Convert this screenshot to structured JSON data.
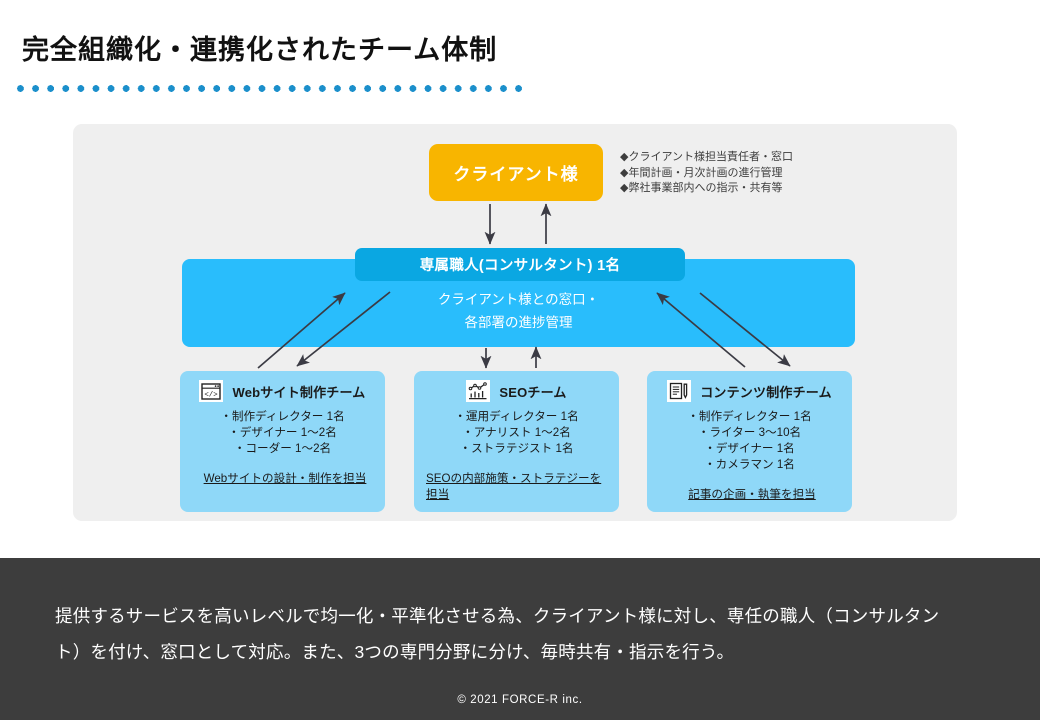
{
  "slide": {
    "title": "完全組織化・連携化されたチーム体制",
    "accent_color": "#1b8fcb",
    "panel_color": "#efefef"
  },
  "client": {
    "label": "クライアント様",
    "color": "#f8b500",
    "notes": [
      "◆クライアント様担当責任者・窓口",
      "◆年間計画・月次計画の進行管理",
      "◆弊社事業部内への指示・共有等"
    ]
  },
  "consultant": {
    "pill_label": "専属職人(コンサルタント) 1名",
    "pill_color": "#0aa7e2",
    "band_color": "#29bdfc",
    "band_line1": "クライアント様との窓口・",
    "band_line2": "各部署の進捗管理"
  },
  "teams": [
    {
      "icon": "code-window-icon",
      "title": "Webサイト制作チーム",
      "members": [
        "・制作ディレクター 1名",
        "・デザイナー 1〜2名",
        "・コーダー 1〜2名"
      ],
      "role": "Webサイトの設計・制作を担当"
    },
    {
      "icon": "bar-chart-icon",
      "title": "SEOチーム",
      "members": [
        "・運用ディレクター 1名",
        "・アナリスト 1〜2名",
        "・ストラテジスト 1名"
      ],
      "role": "SEOの内部施策・ストラテジーを担当"
    },
    {
      "icon": "document-pen-icon",
      "title": "コンテンツ制作チーム",
      "members": [
        "・制作ディレクター 1名",
        "・ライター 3〜10名",
        "・デザイナー 1名",
        "・カメラマン 1名"
      ],
      "role": "記事の企画・執筆を担当"
    }
  ],
  "footer": {
    "line1": "提供するサービスを高いレベルで均一化・平準化させる為、クライアント様に対し、専任の職人（コンサルタン",
    "line2": "ト）を付け、窓口として対応。また、3つの専門分野に分け、毎時共有・指示を行う。",
    "copyright": "© 2021 FORCE-R inc.",
    "background_color": "#3d3d3d"
  }
}
